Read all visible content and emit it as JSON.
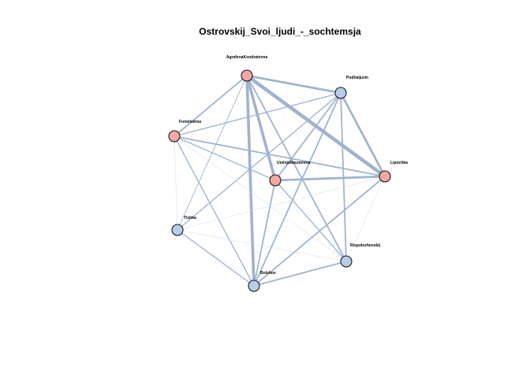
{
  "title": "Ostrovskij_Svoi_ljudi_-_sochtemsja",
  "colors": {
    "female_fill": "#f4a7a3",
    "male_fill": "#b6cdea",
    "node_stroke": "#1a1a1a",
    "edge_strong": "#9fb3cf",
    "edge_weak": "#d5dbe3",
    "background": "#ffffff"
  },
  "nodes": [
    {
      "id": "AgrafenaKondratevna",
      "label": "AgrafenaKondratevna",
      "group": "female"
    },
    {
      "id": "Podhaljuzin",
      "label": "Podhaljuzin",
      "group": "male"
    },
    {
      "id": "Fominishna",
      "label": "Fominishna",
      "group": "female"
    },
    {
      "id": "UstinjaNaumovna",
      "label": "UstinjaNaumovna",
      "group": "female"
    },
    {
      "id": "Lipochka",
      "label": "Lipochka",
      "group": "female"
    },
    {
      "id": "Tishka",
      "label": "Tishka",
      "group": "male"
    },
    {
      "id": "Rispolozhenskij",
      "label": "Rispolozhenskij",
      "group": "male"
    },
    {
      "id": "Bolshov",
      "label": "Bolshov",
      "group": "male"
    }
  ],
  "edges": [
    {
      "source": "AgrafenaKondratevna",
      "target": "Lipochka",
      "weight": 5
    },
    {
      "source": "AgrafenaKondratevna",
      "target": "Bolshov",
      "weight": 4
    },
    {
      "source": "AgrafenaKondratevna",
      "target": "UstinjaNaumovna",
      "weight": 4
    },
    {
      "source": "AgrafenaKondratevna",
      "target": "Podhaljuzin",
      "weight": 3
    },
    {
      "source": "AgrafenaKondratevna",
      "target": "Fominishna",
      "weight": 2
    },
    {
      "source": "AgrafenaKondratevna",
      "target": "Rispolozhenskij",
      "weight": 2
    },
    {
      "source": "AgrafenaKondratevna",
      "target": "Tishka",
      "weight": 1
    },
    {
      "source": "Podhaljuzin",
      "target": "Lipochka",
      "weight": 3
    },
    {
      "source": "Podhaljuzin",
      "target": "Bolshov",
      "weight": 2
    },
    {
      "source": "Podhaljuzin",
      "target": "UstinjaNaumovna",
      "weight": 2
    },
    {
      "source": "Podhaljuzin",
      "target": "Rispolozhenskij",
      "weight": 2
    },
    {
      "source": "Podhaljuzin",
      "target": "Fominishna",
      "weight": 1.5
    },
    {
      "source": "Podhaljuzin",
      "target": "Tishka",
      "weight": 1.5
    },
    {
      "source": "Fominishna",
      "target": "Lipochka",
      "weight": 2
    },
    {
      "source": "Fominishna",
      "target": "UstinjaNaumovna",
      "weight": 1.5
    },
    {
      "source": "Fominishna",
      "target": "Tishka",
      "weight": 0.6
    },
    {
      "source": "Fominishna",
      "target": "Bolshov",
      "weight": 1.5
    },
    {
      "source": "Fominishna",
      "target": "Rispolozhenskij",
      "weight": 0.6
    },
    {
      "source": "UstinjaNaumovna",
      "target": "Lipochka",
      "weight": 3
    },
    {
      "source": "UstinjaNaumovna",
      "target": "Bolshov",
      "weight": 2
    },
    {
      "source": "UstinjaNaumovna",
      "target": "Rispolozhenskij",
      "weight": 1.5
    },
    {
      "source": "Lipochka",
      "target": "Bolshov",
      "weight": 2
    },
    {
      "source": "Lipochka",
      "target": "Tishka",
      "weight": 0.6
    },
    {
      "source": "Lipochka",
      "target": "Rispolozhenskij",
      "weight": 0.6
    },
    {
      "source": "Bolshov",
      "target": "Rispolozhenskij",
      "weight": 2
    },
    {
      "source": "Bolshov",
      "target": "Tishka",
      "weight": 1.5
    },
    {
      "source": "Tishka",
      "target": "Rispolozhenskij",
      "weight": 0.6
    }
  ]
}
